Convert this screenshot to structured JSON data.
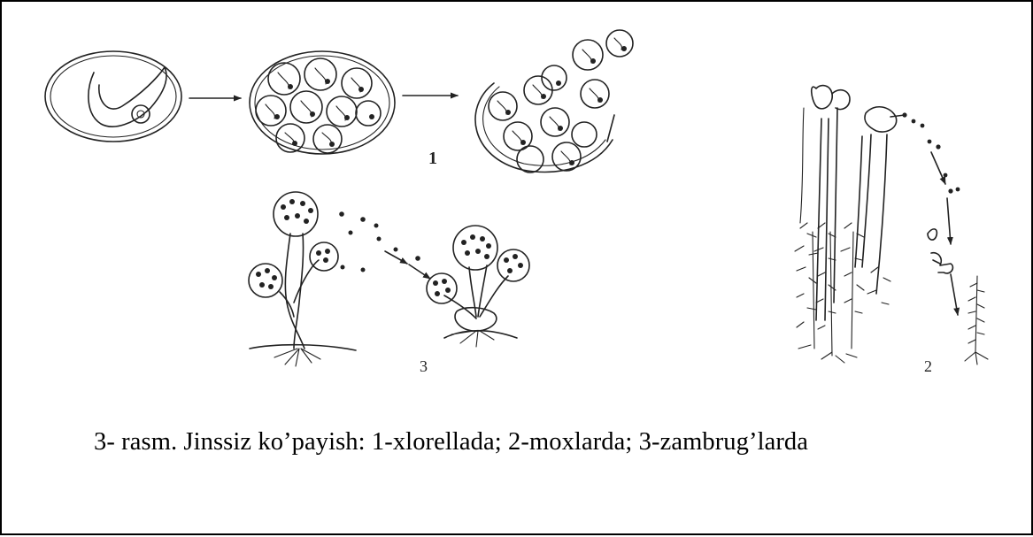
{
  "figure": {
    "caption": "3- rasm. Jinssiz ko’payish: 1-xlorellada; 2-moxlarda; 3-zambrug’larda",
    "labels": {
      "chlorella": "1",
      "moss": "2",
      "fungi": "3"
    }
  }
}
